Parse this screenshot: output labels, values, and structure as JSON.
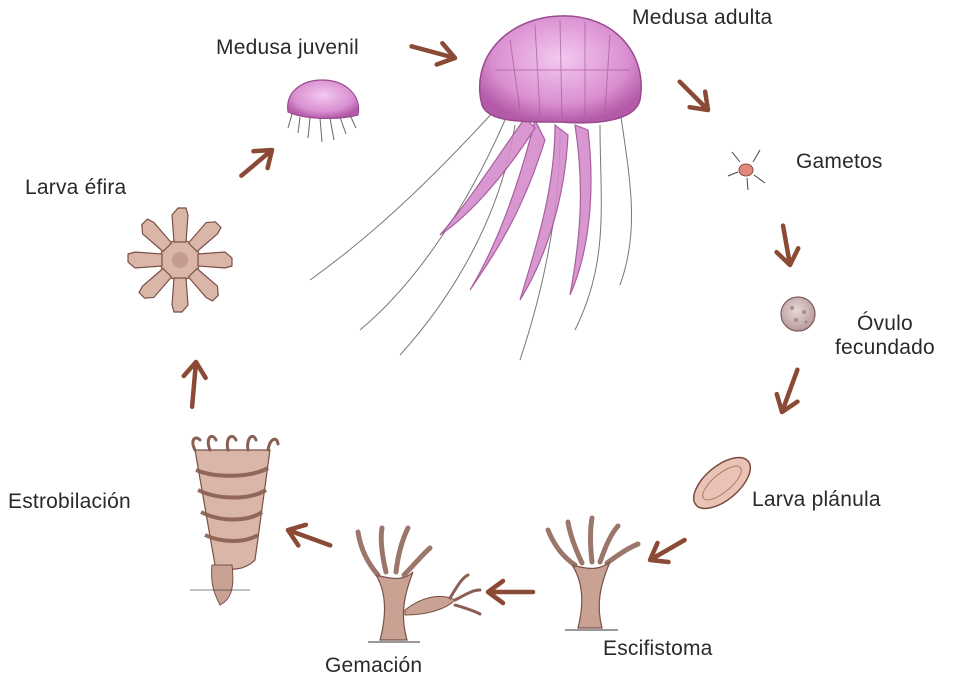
{
  "diagram": {
    "stages": [
      {
        "id": "medusa-adulta",
        "label": "Medusa adulta",
        "label_lines": []
      },
      {
        "id": "gametos",
        "label": "Gametos",
        "label_lines": []
      },
      {
        "id": "ovulo-fecundado",
        "label": "",
        "label_lines": [
          "Óvulo",
          "fecundado"
        ]
      },
      {
        "id": "larva-planula",
        "label": "Larva plánula",
        "label_lines": []
      },
      {
        "id": "escifistoma",
        "label": "Escifistoma",
        "label_lines": []
      },
      {
        "id": "gemacion",
        "label": "Gemación",
        "label_lines": []
      },
      {
        "id": "estrobilacion",
        "label": "Estrobilación",
        "label_lines": []
      },
      {
        "id": "larva-efira",
        "label": "Larva éfira",
        "label_lines": []
      },
      {
        "id": "medusa-juvenil",
        "label": "Medusa juvenil",
        "label_lines": []
      }
    ],
    "colors": {
      "arrow": "#8b4a35",
      "medusa": "#d98fd0",
      "medusa_dark": "#b45aa8",
      "polyp": "#c9a294",
      "polyp_dark": "#8a5f52",
      "text": "#2a2a2a"
    }
  }
}
